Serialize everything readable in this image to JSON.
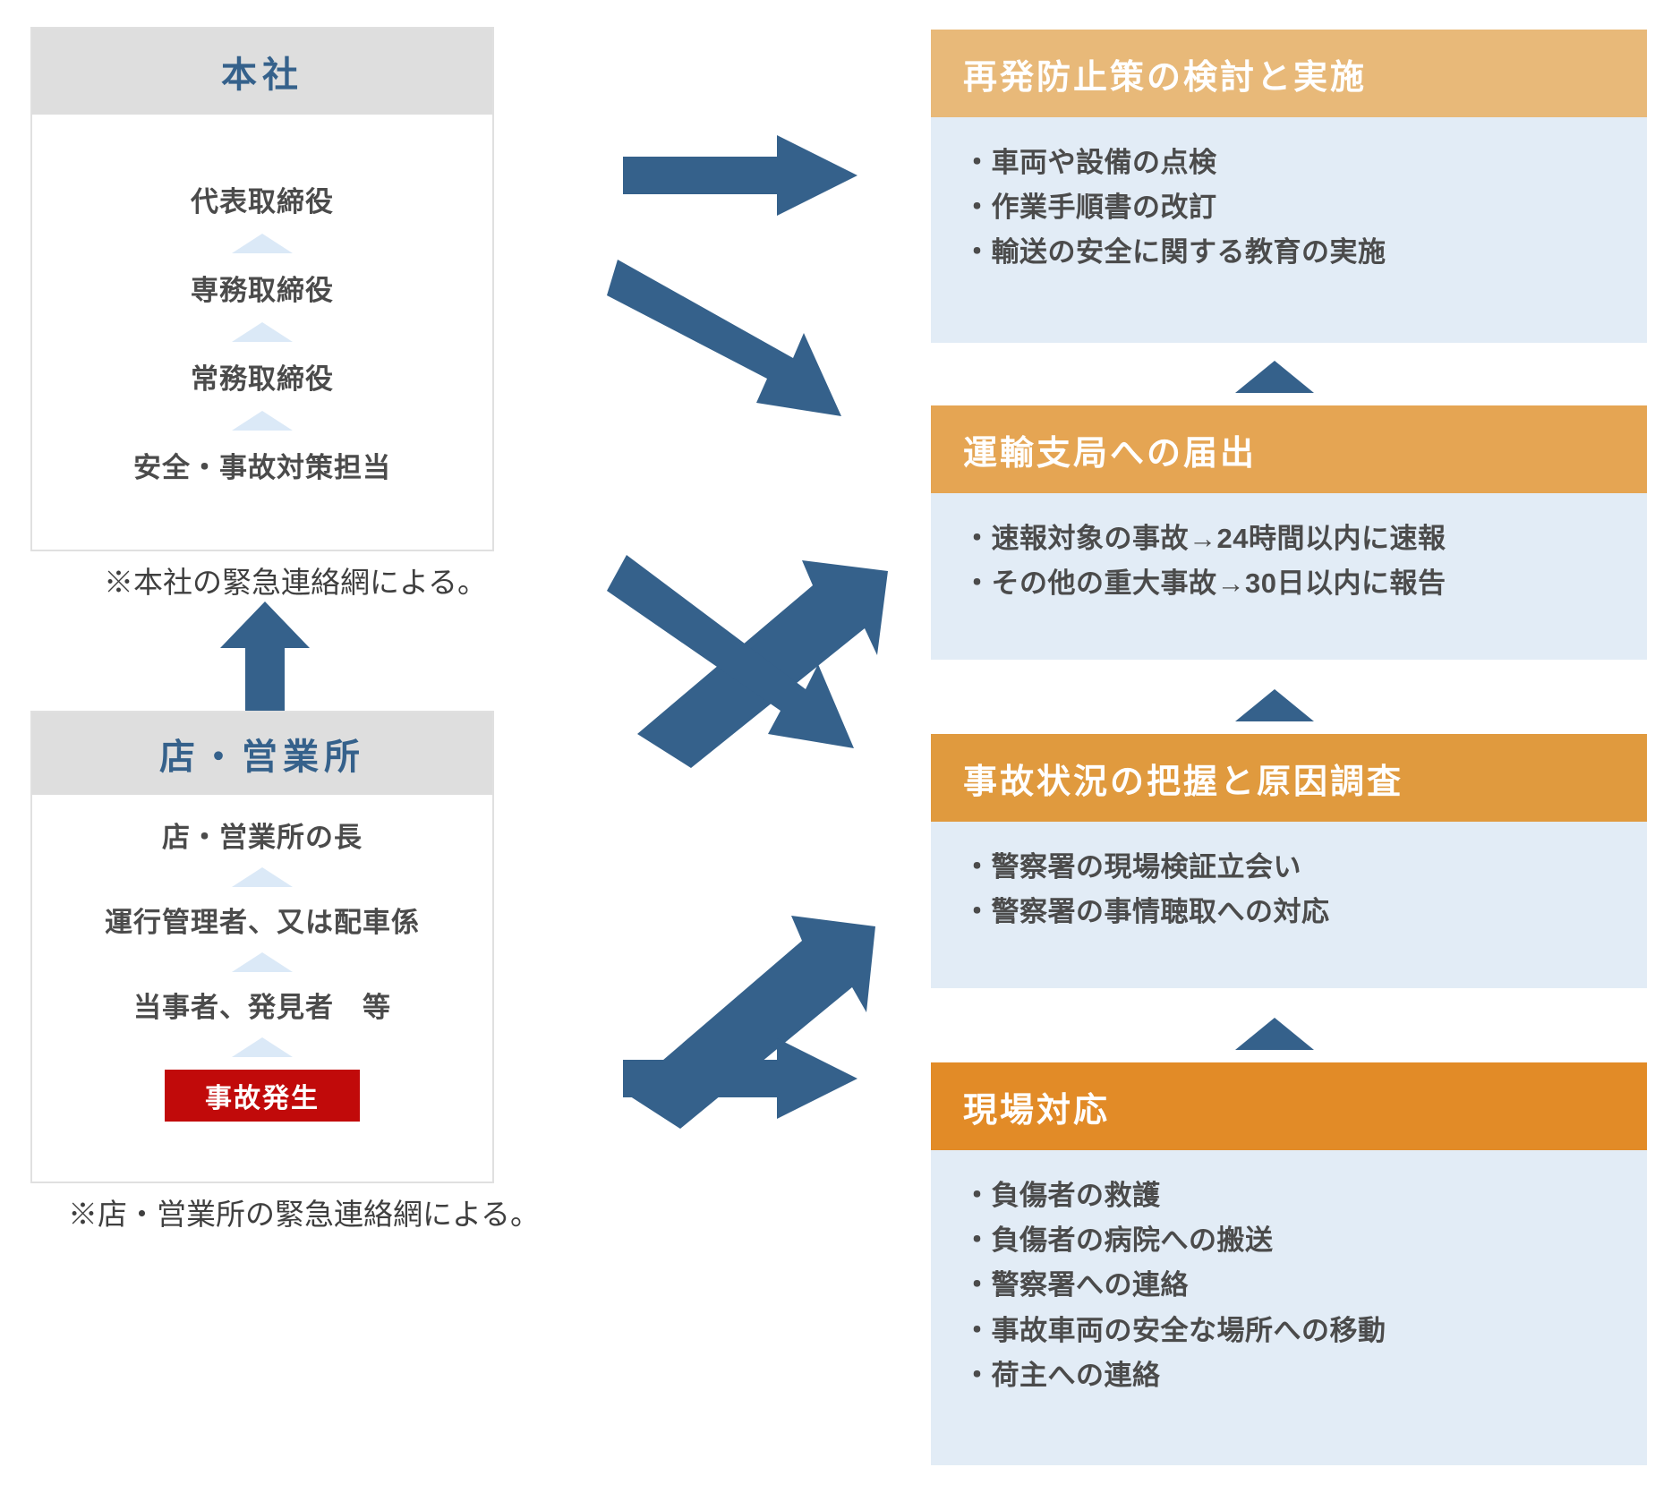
{
  "colors": {
    "arrow_blue": "#35618b",
    "head_gray": "#dedede",
    "org_title_blue": "#35618b",
    "panel_body_blue": "#e2ecf6",
    "accident_red": "#c10a0a",
    "chevron_blue": "#dbe9f7",
    "panel_head_1": "#e8b979",
    "panel_head_2": "#e5a553",
    "panel_head_3": "#e09a3e",
    "panel_head_4": "#e28b27"
  },
  "org": {
    "head_office": {
      "title": "本社",
      "roles": [
        "代表取締役",
        "専務取締役",
        "常務取締役",
        "安全・事故対策担当"
      ],
      "note": "※本社の緊急連絡網による。"
    },
    "branch_office": {
      "title": "店・営業所",
      "roles": [
        "店・営業所の長",
        "運行管理者、又は配車係",
        "当事者、発見者　等"
      ],
      "accident_label": "事故発生",
      "note": "※店・営業所の緊急連絡網による。"
    }
  },
  "panels": [
    {
      "title": "再発防止策の検討と実施",
      "items": [
        "車両や設備の点検",
        "作業手順書の改訂",
        "輸送の安全に関する教育の実施"
      ]
    },
    {
      "title": "運輸支局への届出",
      "items": [
        "速報対象の事故→24時間以内に速報",
        "その他の重大事故→30日以内に報告"
      ]
    },
    {
      "title": "事故状況の把握と原因調査",
      "items": [
        "警察署の現場検証立会い",
        "警察署の事情聴取への対応"
      ]
    },
    {
      "title": "現場対応",
      "items": [
        "負傷者の救護",
        "負傷者の病院への搬送",
        "警察署への連絡",
        "事故車両の安全な場所への移動",
        "荷主への連絡"
      ]
    }
  ]
}
